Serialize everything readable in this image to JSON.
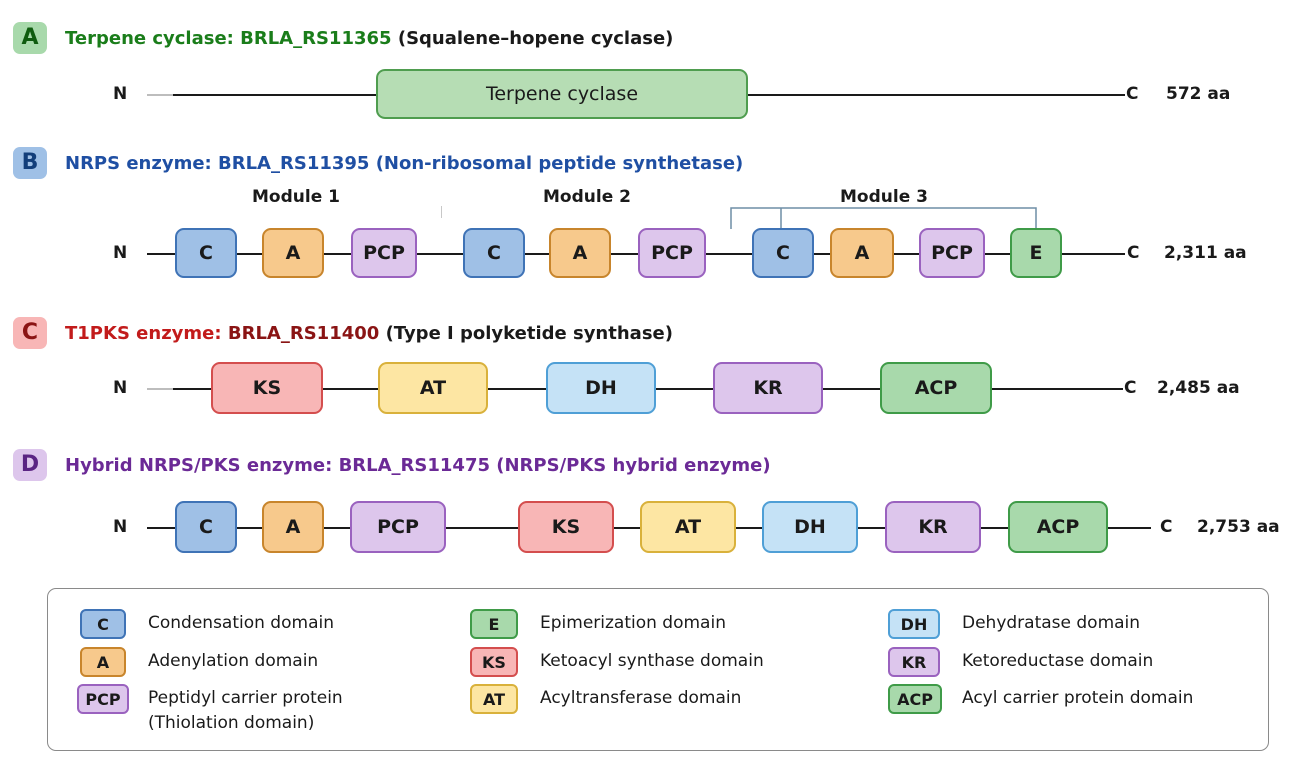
{
  "colors": {
    "C": {
      "fill": "#9fc0e6",
      "border": "#3f73b6"
    },
    "A": {
      "fill": "#f7c98c",
      "border": "#c8852c"
    },
    "PCP": {
      "fill": "#ddc6ec",
      "border": "#9a62bf"
    },
    "E": {
      "fill": "#a8d9ab",
      "border": "#3f9b48"
    },
    "KS": {
      "fill": "#f8b6b6",
      "border": "#d44e4e"
    },
    "AT": {
      "fill": "#fde6a3",
      "border": "#d9b13b"
    },
    "DH": {
      "fill": "#c5e2f6",
      "border": "#4f9fd6"
    },
    "KR": {
      "fill": "#ddc6ec",
      "border": "#9a62bf"
    },
    "ACP": {
      "fill": "#a8d9ab",
      "border": "#3f9b48"
    },
    "TC": {
      "fill": "#b6ddb4",
      "border": "#4f9d4f"
    }
  },
  "panels": {
    "a": {
      "tag": "A",
      "tag_color": "#a8d9ab",
      "tag_text_color": "#0f5c0f",
      "title": "Terpene cyclase: BRLA_RS11365",
      "title_color": "#1a7d1a",
      "subtitle": "(Squalene–hopene cyclase)",
      "n_label": "N",
      "c_label": "C",
      "length": "572 aa",
      "domains": [
        "Terpene cyclase"
      ]
    },
    "b": {
      "tag": "B",
      "tag_color": "#9fc0e6",
      "tag_text_color": "#123e7a",
      "title": "NRPS enzyme: BRLA_RS11395 (Non-ribosomal peptide synthetase)",
      "title_color": "#1f4fa3",
      "n_label": "N",
      "c_label": "C",
      "length": "2,311 aa",
      "modules": [
        "Module 1",
        "Module 2",
        "Module 3"
      ],
      "domains": [
        "C",
        "A",
        "PCP",
        "C",
        "A",
        "PCP",
        "C",
        "A",
        "PCP",
        "E"
      ]
    },
    "c": {
      "tag": "C",
      "tag_color": "#f8b6b6",
      "tag_text_color": "#8a1414",
      "title": "T1PKS enzyme:",
      "title_color": "#c21b1b",
      "title2": "BRLA_RS11400",
      "title2_color": "#8a1414",
      "subtitle": "(Type I polyketide synthase)",
      "n_label": "N",
      "c_label": "C",
      "length": "2,485 aa",
      "domains": [
        "KS",
        "AT",
        "DH",
        "KR",
        "ACP"
      ]
    },
    "d": {
      "tag": "D",
      "tag_color": "#ddc6ec",
      "tag_text_color": "#5a2483",
      "title": "Hybrid NRPS/PKS enzyme: BRLA_RS11475 (NRPS/PKS hybrid enzyme)",
      "title_color": "#6b2a96",
      "n_label": "N",
      "c_label": "C",
      "length": "2,753 aa",
      "domains": [
        "C",
        "A",
        "PCP",
        "KS",
        "AT",
        "DH",
        "KR",
        "ACP"
      ]
    }
  },
  "legend": [
    {
      "abbr": "C",
      "text": "Condensation domain"
    },
    {
      "abbr": "A",
      "text": "Adenylation domain"
    },
    {
      "abbr": "PCP",
      "text": "Peptidyl carrier protein",
      "text2": "(Thiolation domain)"
    },
    {
      "abbr": "E",
      "text": "Epimerization domain"
    },
    {
      "abbr": "KS",
      "text": "Ketoacyl synthase domain"
    },
    {
      "abbr": "AT",
      "text": "Acyltransferase domain"
    },
    {
      "abbr": "DH",
      "text": "Dehydratase domain"
    },
    {
      "abbr": "KR",
      "text": "Ketoreductase domain"
    },
    {
      "abbr": "ACP",
      "text": "Acyl carrier protein domain"
    }
  ]
}
